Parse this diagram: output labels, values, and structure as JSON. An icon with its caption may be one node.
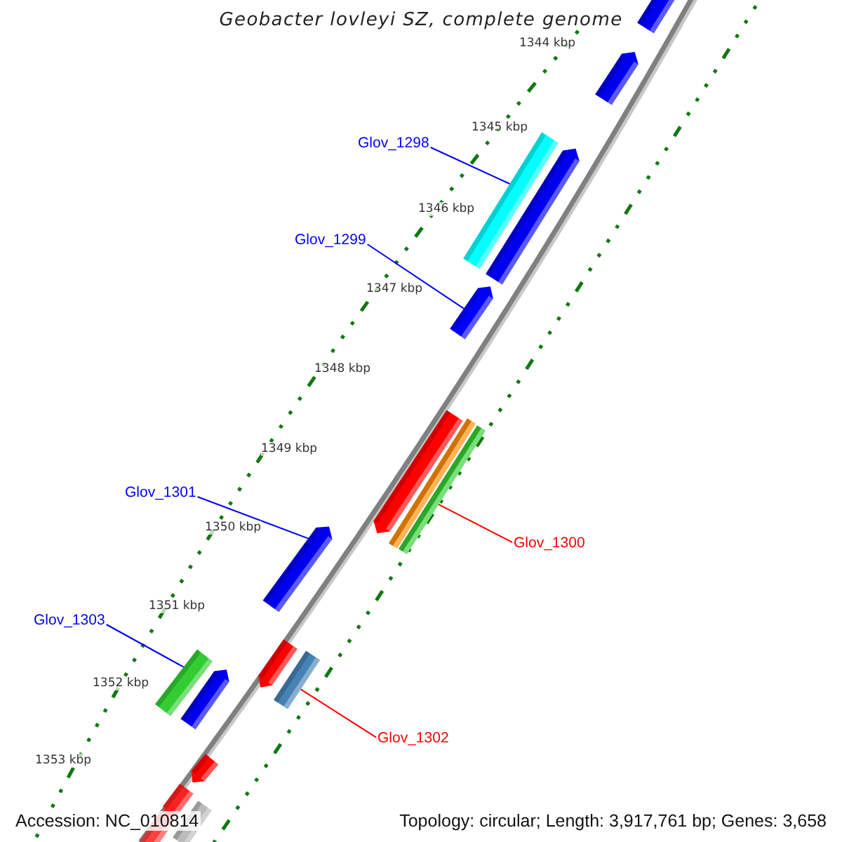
{
  "diagram": {
    "title": "Geobacter lovleyi SZ, complete genome",
    "nodes": [
      {
        "text": [
          "Glov_1298"
        ]
      },
      {
        "text": [],
        "shape": "bar"
      },
      {
        "text": [
          "Glov_1299"
        ]
      },
      {
        "text": [],
        "shape": "bar"
      },
      {
        "text": [
          "Glov_1301"
        ]
      },
      {
        "text": [],
        "shape": "bar"
      },
      {
        "text": [
          "Glov_1300"
        ]
      },
      {
        "text": [],
        "shape": "bar"
      },
      {
        "text": [
          "Glov_1303"
        ]
      },
      {
        "text": [],
        "shape": "bar"
      },
      {
        "text": [
          "Glov_1302"
        ]
      },
      {
        "text": [],
        "shape": "bar"
      }
    ],
    "edges": [
      {
        "from": 0,
        "to": 1,
        "arrow": "none",
        "color": "#0000ff"
      },
      {
        "from": 2,
        "to": 3,
        "arrow": "none",
        "color": "#0000ff"
      },
      {
        "from": 4,
        "to": 5,
        "arrow": "none",
        "color": "#0000ff"
      },
      {
        "from": 6,
        "to": 7,
        "arrow": "none",
        "color": "#ff0000"
      },
      {
        "from": 8,
        "to": 9,
        "arrow": "none",
        "color": "#0000ff"
      },
      {
        "from": 10,
        "to": 11,
        "arrow": "none",
        "color": "#ff0000"
      }
    ],
    "labels": [
      "1344 kbp",
      "1345 kbp",
      "1346 kbp",
      "1347 kbp",
      "1348 kbp",
      "1349 kbp",
      "1350 kbp",
      "1351 kbp",
      "1352 kbp",
      "1353 kbp",
      "Accession: NC_010814",
      "Topology: circular; Length: 3,917,761 bp; Genes: 3,658"
    ]
  }
}
